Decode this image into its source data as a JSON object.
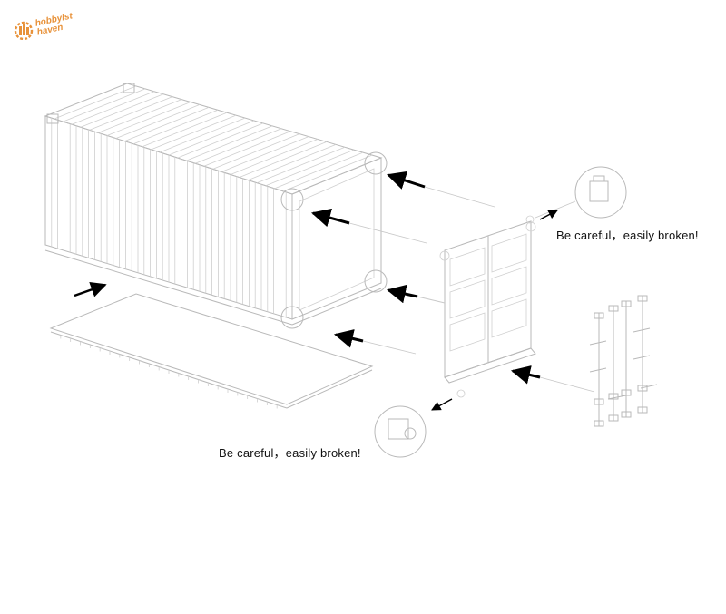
{
  "brand": {
    "logo_line1": "hobbyist",
    "logo_line2": "haven",
    "logo_color": "#e8923a",
    "logo_icon": "gear-building-icon"
  },
  "annotations": {
    "top_right_warning": "Be careful，easily broken!",
    "bottom_warning": "Be careful，easily broken!"
  },
  "parts": {
    "container_body": "container-body",
    "floor_panel": "floor-panel",
    "door_assembly": "door-assembly",
    "locking_rods": "locking-rod-set"
  },
  "colors": {
    "line_art": "#b9b9b9",
    "arrow": "#000000",
    "text": "#111111"
  }
}
